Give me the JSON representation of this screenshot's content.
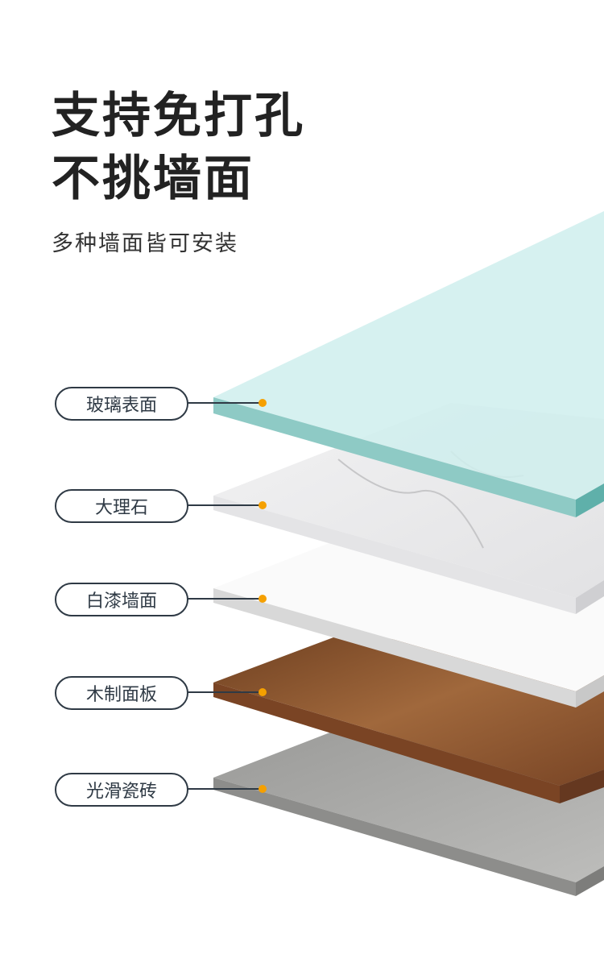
{
  "headline": {
    "line1": "支持免打孔",
    "line2": "不挑墙面"
  },
  "subtitle": "多种墙面皆可安装",
  "layers": [
    {
      "label": "玻璃表面"
    },
    {
      "label": "大理石"
    },
    {
      "label": "白漆墙面"
    },
    {
      "label": "木制面板"
    },
    {
      "label": "光滑瓷砖"
    }
  ],
  "colors": {
    "dot": "#f5a000",
    "line": "#2f3a45",
    "glass": "#cfeeed",
    "glass_edge": "#8ecac5",
    "wood": "#8a5530",
    "tile": "#a5a5a3"
  }
}
